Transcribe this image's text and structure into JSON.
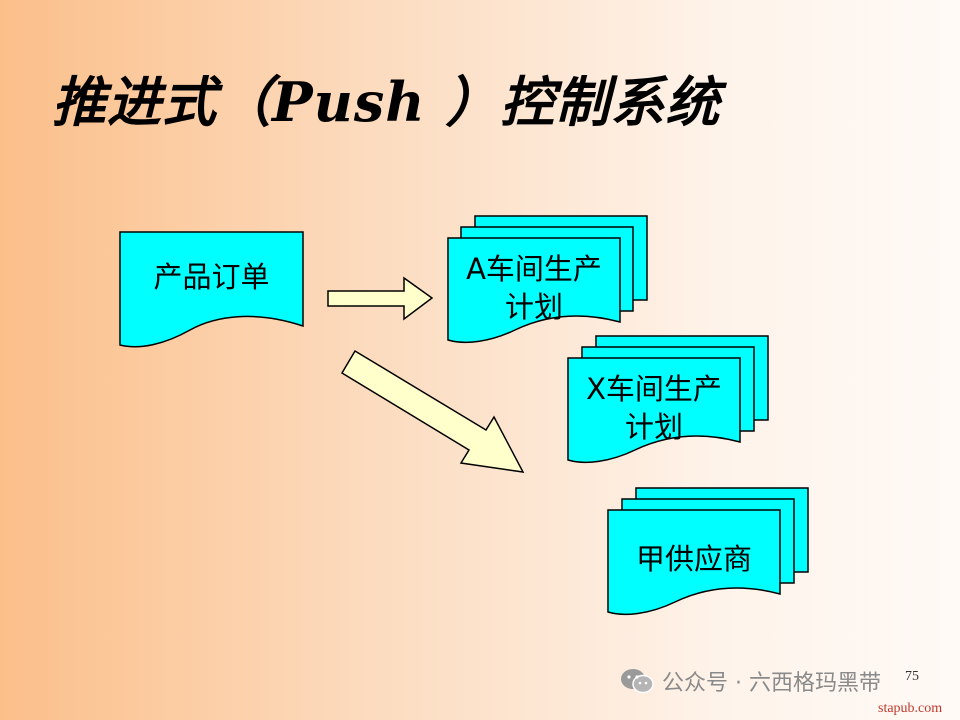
{
  "slide": {
    "title": "推进式（Push ）控制系统",
    "page_number": "75"
  },
  "diagram": {
    "nodes": [
      {
        "id": "order",
        "label": "产品订单",
        "shape": "document"
      },
      {
        "id": "plan-a",
        "label": "A车间生产\n计划",
        "shape": "multi-document"
      },
      {
        "id": "plan-x",
        "label": "X车间生产\n计划",
        "shape": "multi-document"
      },
      {
        "id": "supplier",
        "label": "甲供应商",
        "shape": "multi-document"
      }
    ],
    "edges": [
      {
        "from": "order",
        "to": "plan-a"
      },
      {
        "from": "order",
        "to": "plan-x"
      }
    ],
    "colors": {
      "node_fill": "#00ffff",
      "arrow_fill": "#ffffcc",
      "stroke": "#000000"
    }
  },
  "watermark": {
    "text": "公众号 · 六西格玛黑带",
    "icon": "wechat-icon",
    "site": "stapub.com"
  }
}
